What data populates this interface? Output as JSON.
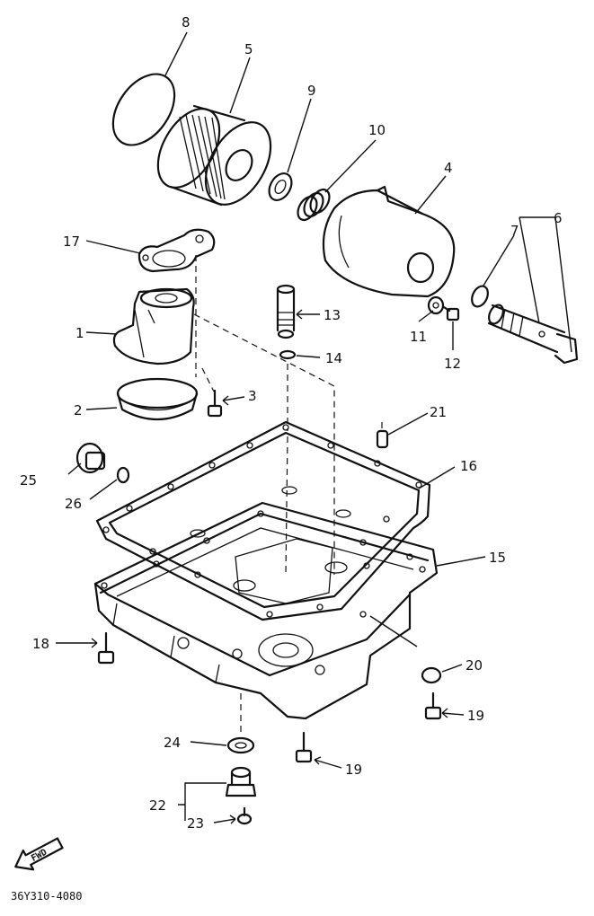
{
  "diagram": {
    "callouts": {
      "c1": "1",
      "c2": "2",
      "c3": "3",
      "c4": "4",
      "c5": "5",
      "c6": "6",
      "c7": "7",
      "c8": "8",
      "c9": "9",
      "c10": "10",
      "c11": "11",
      "c12": "12",
      "c13": "13",
      "c14": "14",
      "c15": "15",
      "c16": "16",
      "c17": "17",
      "c18": "18",
      "c19a": "19",
      "c19b": "19",
      "c20": "20",
      "c21": "21",
      "c22": "22",
      "c23": "23",
      "c24": "24",
      "c25": "25",
      "c26": "26"
    },
    "fwd_badge": "FWD",
    "drawing_code": "36Y310-4080",
    "line_color": "#111111",
    "background": "#ffffff"
  }
}
